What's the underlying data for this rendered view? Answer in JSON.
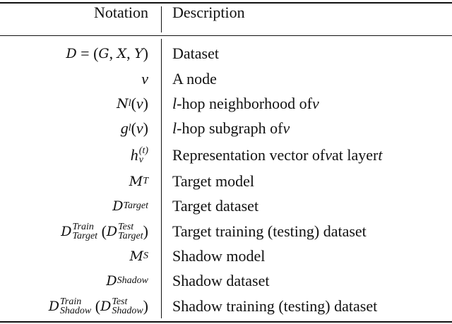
{
  "header": {
    "notation": "Notation",
    "description": "Description"
  },
  "rows": [
    {
      "notation": "D = (G, X, Y)",
      "description": "Dataset"
    },
    {
      "notation": "v",
      "description": "A node"
    },
    {
      "notation": "N^l(v)",
      "description": "l-hop neighborhood of v"
    },
    {
      "notation": "g^l(v)",
      "description": "l-hop subgraph of v"
    },
    {
      "notation": "h_v^(t)",
      "description": "Representation vector of v at layer t"
    },
    {
      "notation": "M_T",
      "description": "Target model"
    },
    {
      "notation": "D_Target",
      "description": "Target dataset"
    },
    {
      "notation": "D_Target^Train (D_Target^Test)",
      "description": "Target training (testing) dataset"
    },
    {
      "notation": "M_S",
      "description": "Shadow model"
    },
    {
      "notation": "D_Shadow",
      "description": "Shadow dataset"
    },
    {
      "notation": "D_Shadow^Train (D_Shadow^Test)",
      "description": "Shadow training (testing) dataset"
    }
  ],
  "math": {
    "D": "D",
    "G": "G",
    "X": "X",
    "Y": "Y",
    "v": "v",
    "N": "N",
    "l": "l",
    "g": "g",
    "h": "h",
    "t_paren": "(t)",
    "M": "M",
    "T": "T",
    "S": "S",
    "Target": "Target",
    "Shadow": "Shadow",
    "Train": "Train",
    "Test": "Test"
  },
  "desc_parts": {
    "r3_a": "-hop neighborhood of ",
    "r4_a": "-hop subgraph of ",
    "r5_a": "Representation vector of ",
    "r5_b": " at layer ",
    "l": "l",
    "v": "v",
    "t": "t"
  }
}
